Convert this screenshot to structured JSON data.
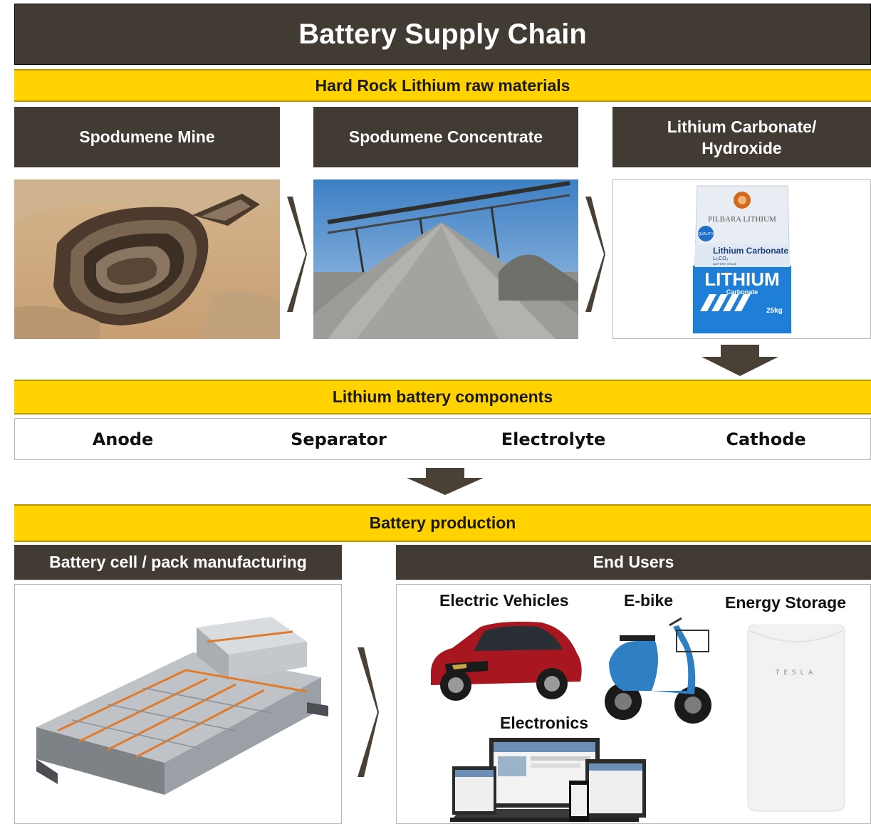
{
  "title": "Battery Supply Chain",
  "raw_materials": {
    "header": "Hard Rock Lithium raw materials",
    "steps": [
      {
        "label": "Spodumene Mine"
      },
      {
        "label": "Spodumene Concentrate"
      },
      {
        "label_line1": "Lithium Carbonate/",
        "label_line2": "Hydroxide"
      }
    ],
    "bag": {
      "brand": "PILBARA LITHIUM",
      "badge": "QUALITY",
      "product": "Lithium Carbonate",
      "formula": "Li₂CO₃",
      "grade": "BATTERY GRADE",
      "big_word": "LITHIUM",
      "sub_word": "Carbonate",
      "weight": "25kg"
    }
  },
  "components": {
    "header": "Lithium battery components",
    "items": [
      "Anode",
      "Separator",
      "Electrolyte",
      "Cathode"
    ]
  },
  "production": {
    "header": "Battery production",
    "manufacturing_label": "Battery cell / pack manufacturing",
    "end_users_label": "End Users",
    "end_users": {
      "ev": "Electric Vehicles",
      "ebike": "E-bike",
      "storage": "Energy Storage",
      "electronics": "Electronics",
      "storage_brand": "TESLA"
    }
  },
  "colors": {
    "dark": "#423b33",
    "yellow": "#ffd200",
    "arrow": "#4a4136"
  }
}
